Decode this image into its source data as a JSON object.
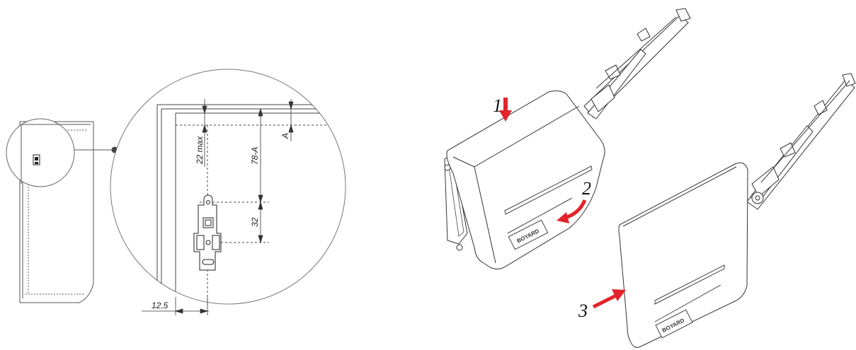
{
  "dimensions": {
    "max_depth": "22 max",
    "offset_a": "A",
    "height_formula": "78-A",
    "hole_spacing": "32",
    "edge_offset": "12,5"
  },
  "steps": [
    "1",
    "2",
    "3"
  ],
  "brand": "BOYARD",
  "colors": {
    "arrow": "#e1252b",
    "line": "#333333",
    "body_fill": "#ffffff"
  }
}
